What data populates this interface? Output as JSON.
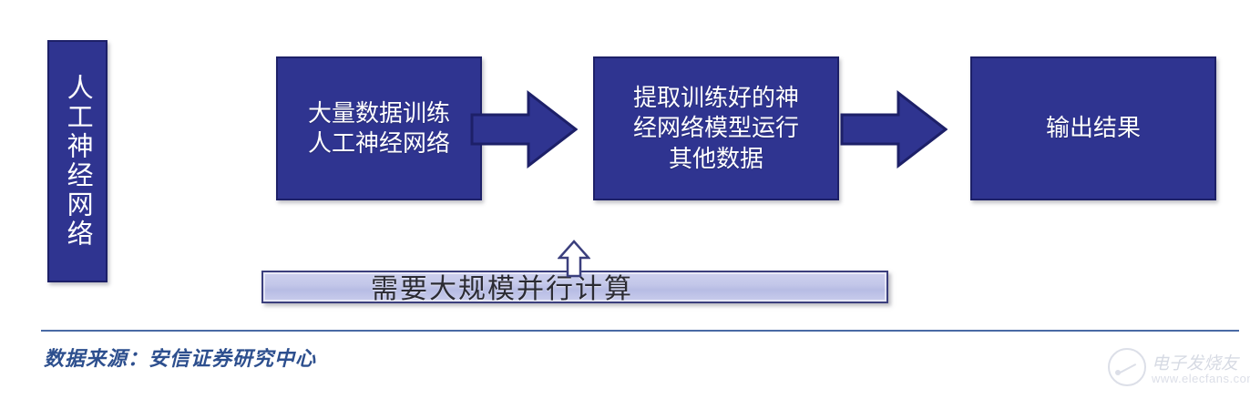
{
  "diagram": {
    "title_box": {
      "label": "人工神经网络",
      "orientation": "vertical"
    },
    "flow_boxes": [
      {
        "id": "train",
        "label": "大量数据训练\n人工神经网络"
      },
      {
        "id": "extract",
        "label": "提取训练好的神\n经网络模型运行\n其他数据"
      },
      {
        "id": "output",
        "label": "输出结果"
      }
    ],
    "arrows": [
      {
        "id": "arrow-1",
        "direction": "right",
        "from": "train",
        "to": "extract"
      },
      {
        "id": "arrow-2",
        "direction": "right",
        "from": "extract",
        "to": "output"
      },
      {
        "id": "arrow-up",
        "direction": "up",
        "from": "bar-parallel",
        "to": "extract"
      }
    ],
    "callout_bar": {
      "label": "需要大规模并行计算"
    }
  },
  "footer": {
    "source_note": "数据来源：安信证券研究中心"
  },
  "watermark": {
    "site_name": "电子发烧友",
    "url": "www.elecfans.com",
    "logo_icon": "circle-pin-icon"
  },
  "colors": {
    "box_fill": "#2f3490",
    "box_border": "#1d2068",
    "box_text": "#ffffff",
    "arrow_fill": "#2f3490",
    "arrow_border": "#1d2068",
    "bar_fill_top": "#cdd0ee",
    "bar_fill_bottom": "#b7bce4",
    "bar_border": "#3b3f7d",
    "bar_text": "#2b2b33",
    "rule": "#4a6aa5",
    "source_text": "#2d4f8e",
    "background": "#ffffff"
  }
}
